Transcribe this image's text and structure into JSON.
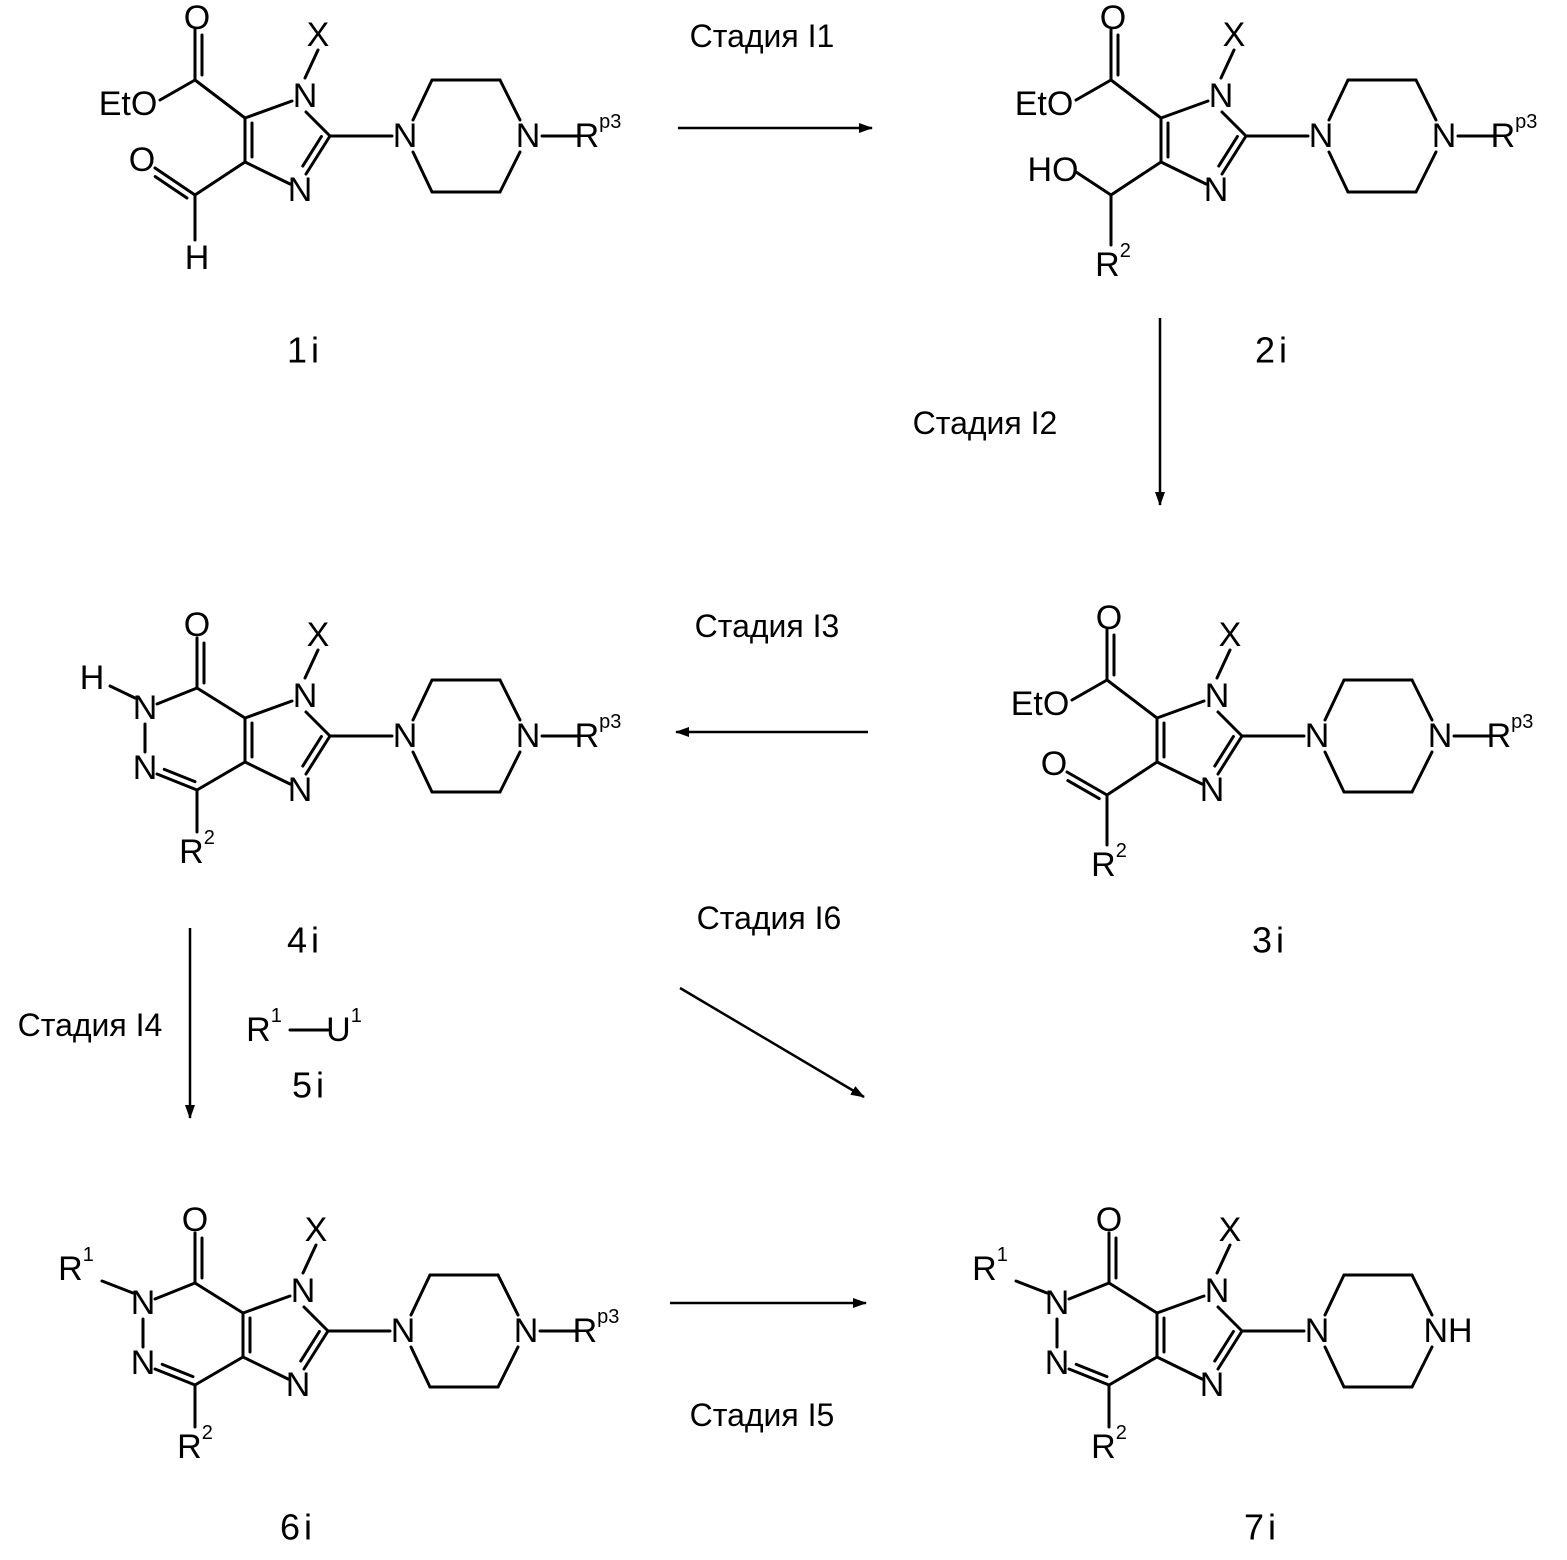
{
  "stages": {
    "i1": "Стадия I1",
    "i2": "Стадия I2",
    "i3": "Стадия I3",
    "i4": "Стадия I4",
    "i5": "Стадия I5",
    "i6": "Стадия I6"
  },
  "compounds": {
    "c1": "1i",
    "c2": "2i",
    "c3": "3i",
    "c4": "4i",
    "c5": "5i",
    "c6": "6i",
    "c7": "7i"
  },
  "atoms": {
    "O": "O",
    "N": "N",
    "X": "X",
    "H": "H",
    "EtO": "EtO",
    "HO": "HO",
    "NH": "NH",
    "R": "R",
    "U": "U",
    "sup_p3": "p3",
    "sup_1": "1",
    "sup_2": "2"
  }
}
